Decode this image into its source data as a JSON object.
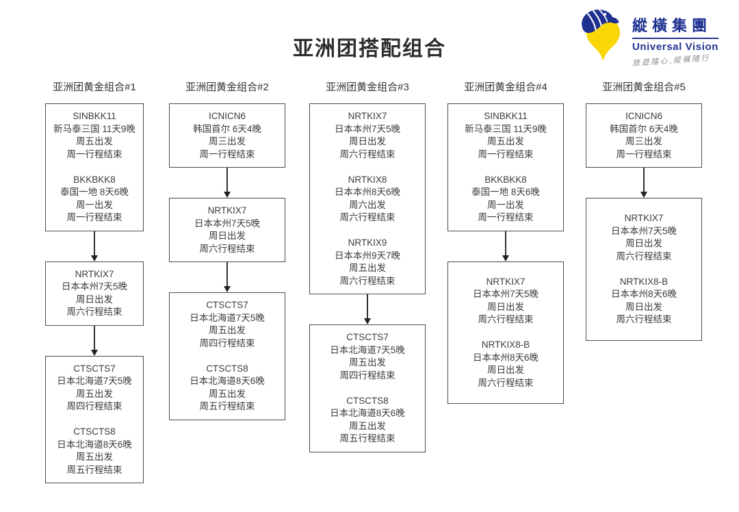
{
  "page": {
    "title": "亚洲团搭配组合"
  },
  "logo": {
    "name": "縱橫集團",
    "subtitle": "Universal Vision",
    "slogan": "旅遊隨心,縱橫隨行",
    "colors": {
      "navy": "#1f3190",
      "yellow": "#f9d606"
    }
  },
  "diagram": {
    "columns": [
      {
        "header": "亚洲团黄金组合#1",
        "boxes": [
          {
            "lines": [
              "SINBKK11",
              "新马泰三国 11天9晚",
              "周五出发",
              "周一行程结束",
              "",
              "BKKBKK8",
              "泰国一地 8天6晚",
              "周一出发",
              "周一行程结束"
            ]
          },
          {
            "lines": [
              "NRTKIX7",
              "日本本州7天5晚",
              "周日出发",
              "周六行程结束"
            ]
          },
          {
            "lines": [
              "CTSCTS7",
              "日本北海道7天5晚",
              "周五出发",
              "周四行程结束",
              "",
              "CTSCTS8",
              "日本北海道8天6晚",
              "周五出发",
              "周五行程结束"
            ]
          }
        ]
      },
      {
        "header": "亚洲团黄金组合#2",
        "boxes": [
          {
            "lines": [
              "ICNICN6",
              "韩国首尔 6天4晚",
              "周三出发",
              "周一行程结束"
            ]
          },
          {
            "lines": [
              "NRTKIX7",
              "日本本州7天5晚",
              "周日出发",
              "周六行程结束"
            ]
          },
          {
            "lines": [
              "CTSCTS7",
              "日本北海道7天5晚",
              "周五出发",
              "周四行程结束",
              "",
              "CTSCTS8",
              "日本北海道8天6晚",
              "周五出发",
              "周五行程结束"
            ]
          }
        ]
      },
      {
        "header": "亚洲团黄金组合#3",
        "boxes": [
          {
            "lines": [
              "NRTKIX7",
              "日本本州7天5晚",
              "周日出发",
              "周六行程结束",
              "",
              "NRTKIX8",
              "日本本州8天6晚",
              "周六出发",
              "周六行程结束",
              "",
              "NRTKIX9",
              "日本本州9天7晚",
              "周五出发",
              "周六行程结束"
            ]
          },
          {
            "lines": [
              "CTSCTS7",
              "日本北海道7天5晚",
              "周五出发",
              "周四行程结束",
              "",
              "CTSCTS8",
              "日本北海道8天6晚",
              "周五出发",
              "周五行程结束"
            ]
          }
        ]
      },
      {
        "header": "亚洲团黄金组合#4",
        "boxes": [
          {
            "lines": [
              "SINBKK11",
              "新马泰三国 11天9晚",
              "周五出发",
              "周一行程结束",
              "",
              "BKKBKK8",
              "泰国一地 8天6晚",
              "周一出发",
              "周一行程结束"
            ]
          },
          {
            "lines": [
              "NRTKIX7",
              "日本本州7天5晚",
              "周日出发",
              "周六行程结束",
              "",
              "NRTKIX8-B",
              "日本本州8天6晚",
              "周日出发",
              "周六行程结束"
            ]
          }
        ]
      },
      {
        "header": "亚洲团黄金组合#5",
        "boxes": [
          {
            "lines": [
              "ICNICN6",
              "韩国首尔 6天4晚",
              "周三出发",
              "周一行程结束"
            ]
          },
          {
            "lines": [
              "NRTKIX7",
              "日本本州7天5晚",
              "周日出发",
              "周六行程结束",
              "",
              "NRTKIX8-B",
              "日本本州8天6晚",
              "周日出发",
              "周六行程结束"
            ]
          }
        ]
      }
    ]
  }
}
